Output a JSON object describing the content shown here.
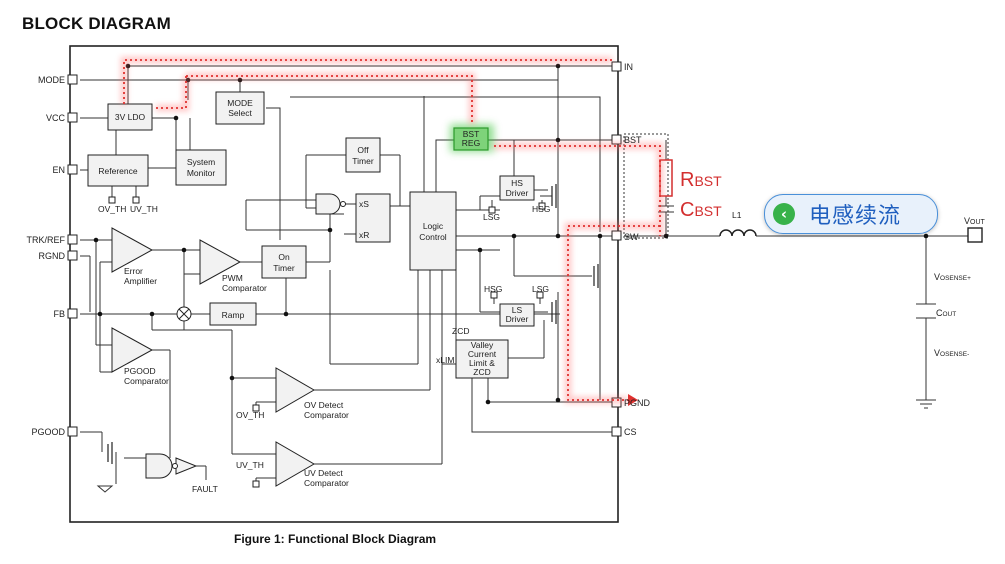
{
  "title": "BLOCK DIAGRAM",
  "caption": "Figure 1: Functional Block Diagram",
  "pins_left": [
    "MODE",
    "VCC",
    "EN",
    "TRK/REF",
    "RGND",
    "FB",
    "PGOOD"
  ],
  "pins_right": [
    "IN",
    "BST",
    "SW",
    "PGND",
    "CS"
  ],
  "blocks": {
    "ldo": "3V LDO",
    "mode_select": [
      "MODE",
      "Select"
    ],
    "reference": "Reference",
    "system_monitor": [
      "System",
      "Monitor"
    ],
    "off_timer": [
      "Off",
      "Timer"
    ],
    "bst_reg": [
      "BST",
      "REG"
    ],
    "hs_driver": [
      "HS",
      "Driver"
    ],
    "ls_driver": [
      "LS",
      "Driver"
    ],
    "logic_control": [
      "Logic",
      "Control"
    ],
    "on_timer": [
      "On",
      "Timer"
    ],
    "ramp": "Ramp",
    "valley": [
      "Valley",
      "Current",
      "Limit &",
      "ZCD"
    ]
  },
  "labels": {
    "ov_th": "OV_TH",
    "uv_th": "UV_TH",
    "error_amp": [
      "Error",
      "Amplifier"
    ],
    "pwm_comp": [
      "PWM",
      "Comparator"
    ],
    "pgood_comp": [
      "PGOOD",
      "Comparator"
    ],
    "ov_detect": [
      "OV Detect",
      "Comparator"
    ],
    "uv_detect": [
      "UV Detect",
      "Comparator"
    ],
    "fault": "FAULT",
    "lsg": "LSG",
    "hsg": "HSG",
    "zcd": "ZCD",
    "xlim": "xLIM",
    "xs": "xS",
    "xr": "xR",
    "l1": "L1",
    "vout": "V",
    "vout_sub": "OUT",
    "vsense_p": "V",
    "vsense_p_sub": "OSENSE+",
    "vsense_n": "V",
    "vsense_n_sub": "OSENSE-",
    "cout": "C",
    "cout_sub": "OUT"
  },
  "annotations": {
    "rbst": "R",
    "rbst_sub": "BST",
    "cbst": "C",
    "cbst_sub": "BST",
    "button_label": "电感续流",
    "button_icon": "chevron-left-icon"
  },
  "colors": {
    "red_path": "#e0312f",
    "green_highlight": "#3cc43c",
    "button_border": "#4a90d9",
    "button_text": "#1f5fbf"
  }
}
